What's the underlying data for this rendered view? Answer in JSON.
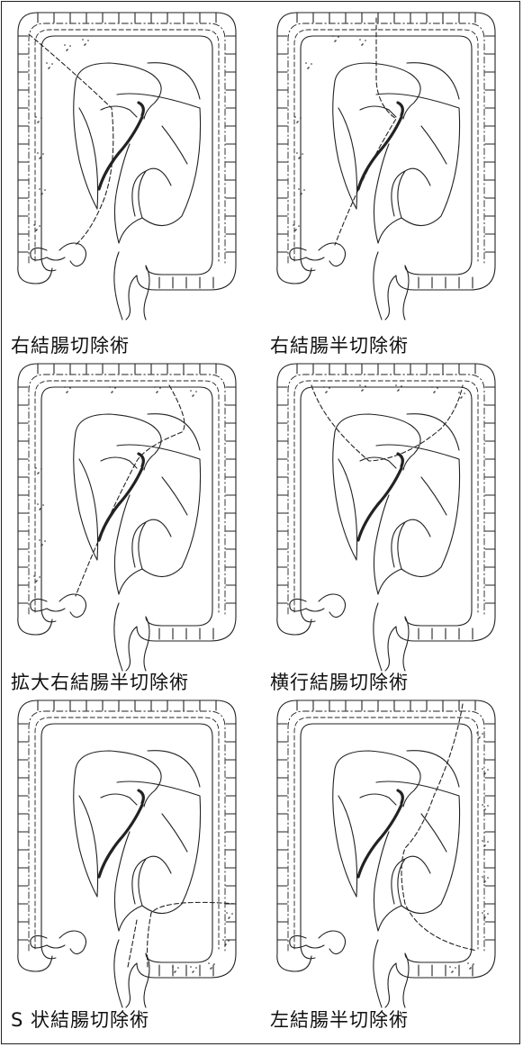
{
  "figure": {
    "panels": [
      {
        "id": "right-hemicolectomy",
        "caption": "右結腸切除術"
      },
      {
        "id": "right-half-hemicolectomy",
        "caption": "右結腸半切除術"
      },
      {
        "id": "extended-right-hemicolectomy",
        "caption": "拡大右結腸半切除術"
      },
      {
        "id": "transverse-colectomy",
        "caption": "横行結腸切除術"
      },
      {
        "id": "sigmoid-colectomy",
        "caption": "S 状結腸切除術"
      },
      {
        "id": "left-hemicolectomy",
        "caption": "左結腸半切除術"
      }
    ]
  },
  "colors": {
    "ink": "#111111",
    "line": "#222222",
    "paper": "#ffffff"
  }
}
